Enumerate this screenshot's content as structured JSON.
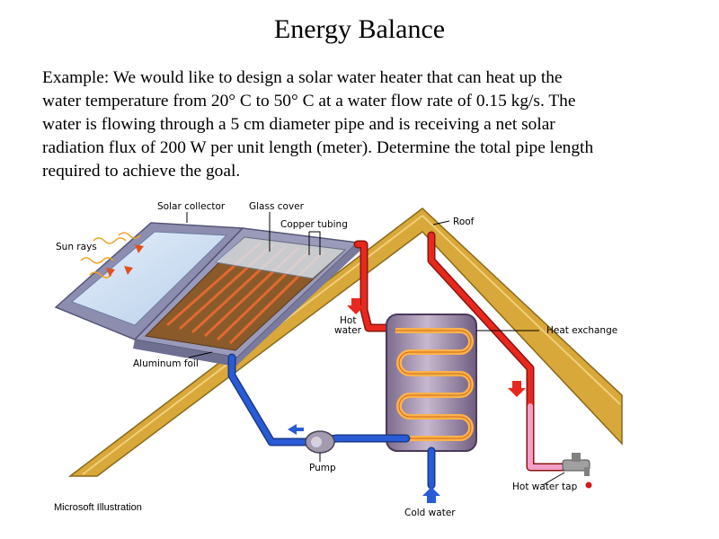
{
  "slide": {
    "title": "Energy Balance",
    "body_lines": [
      "Example: We would like to design a solar water heater that can heat up the",
      "water temperature from 20° C to 50° C at a water flow rate of 0.15 kg/s.  The",
      "water is flowing through a 5 cm diameter pipe and is receiving a net solar",
      "radiation flux of 200 W per unit length (meter).  Determine the total pipe length",
      "required to achieve the goal."
    ]
  },
  "diagram": {
    "labels": {
      "solar_collector": "Solar collector",
      "glass_cover": "Glass cover",
      "copper_tubing": "Copper tubing",
      "roof": "Roof",
      "sun_rays": "Sun rays",
      "hot_water_1": "Hot",
      "hot_water_2": "water",
      "heat_exchange": "Heat exchange",
      "aluminum_foil": "Aluminum foil",
      "pump": "Pump",
      "hot_water_tap": "Hot water tap",
      "cold_water": "Cold water"
    },
    "credit": "Microsoft Illustration",
    "colors": {
      "hot_pipe": "#e8281e",
      "cold_pipe": "#2a5bd6",
      "warm_pipe": "#f2a0c8",
      "roof": "#d8a83a",
      "collector_frame": "#9a9aba",
      "glass": "#c9dcf2",
      "tank": "#9a86a6"
    }
  }
}
